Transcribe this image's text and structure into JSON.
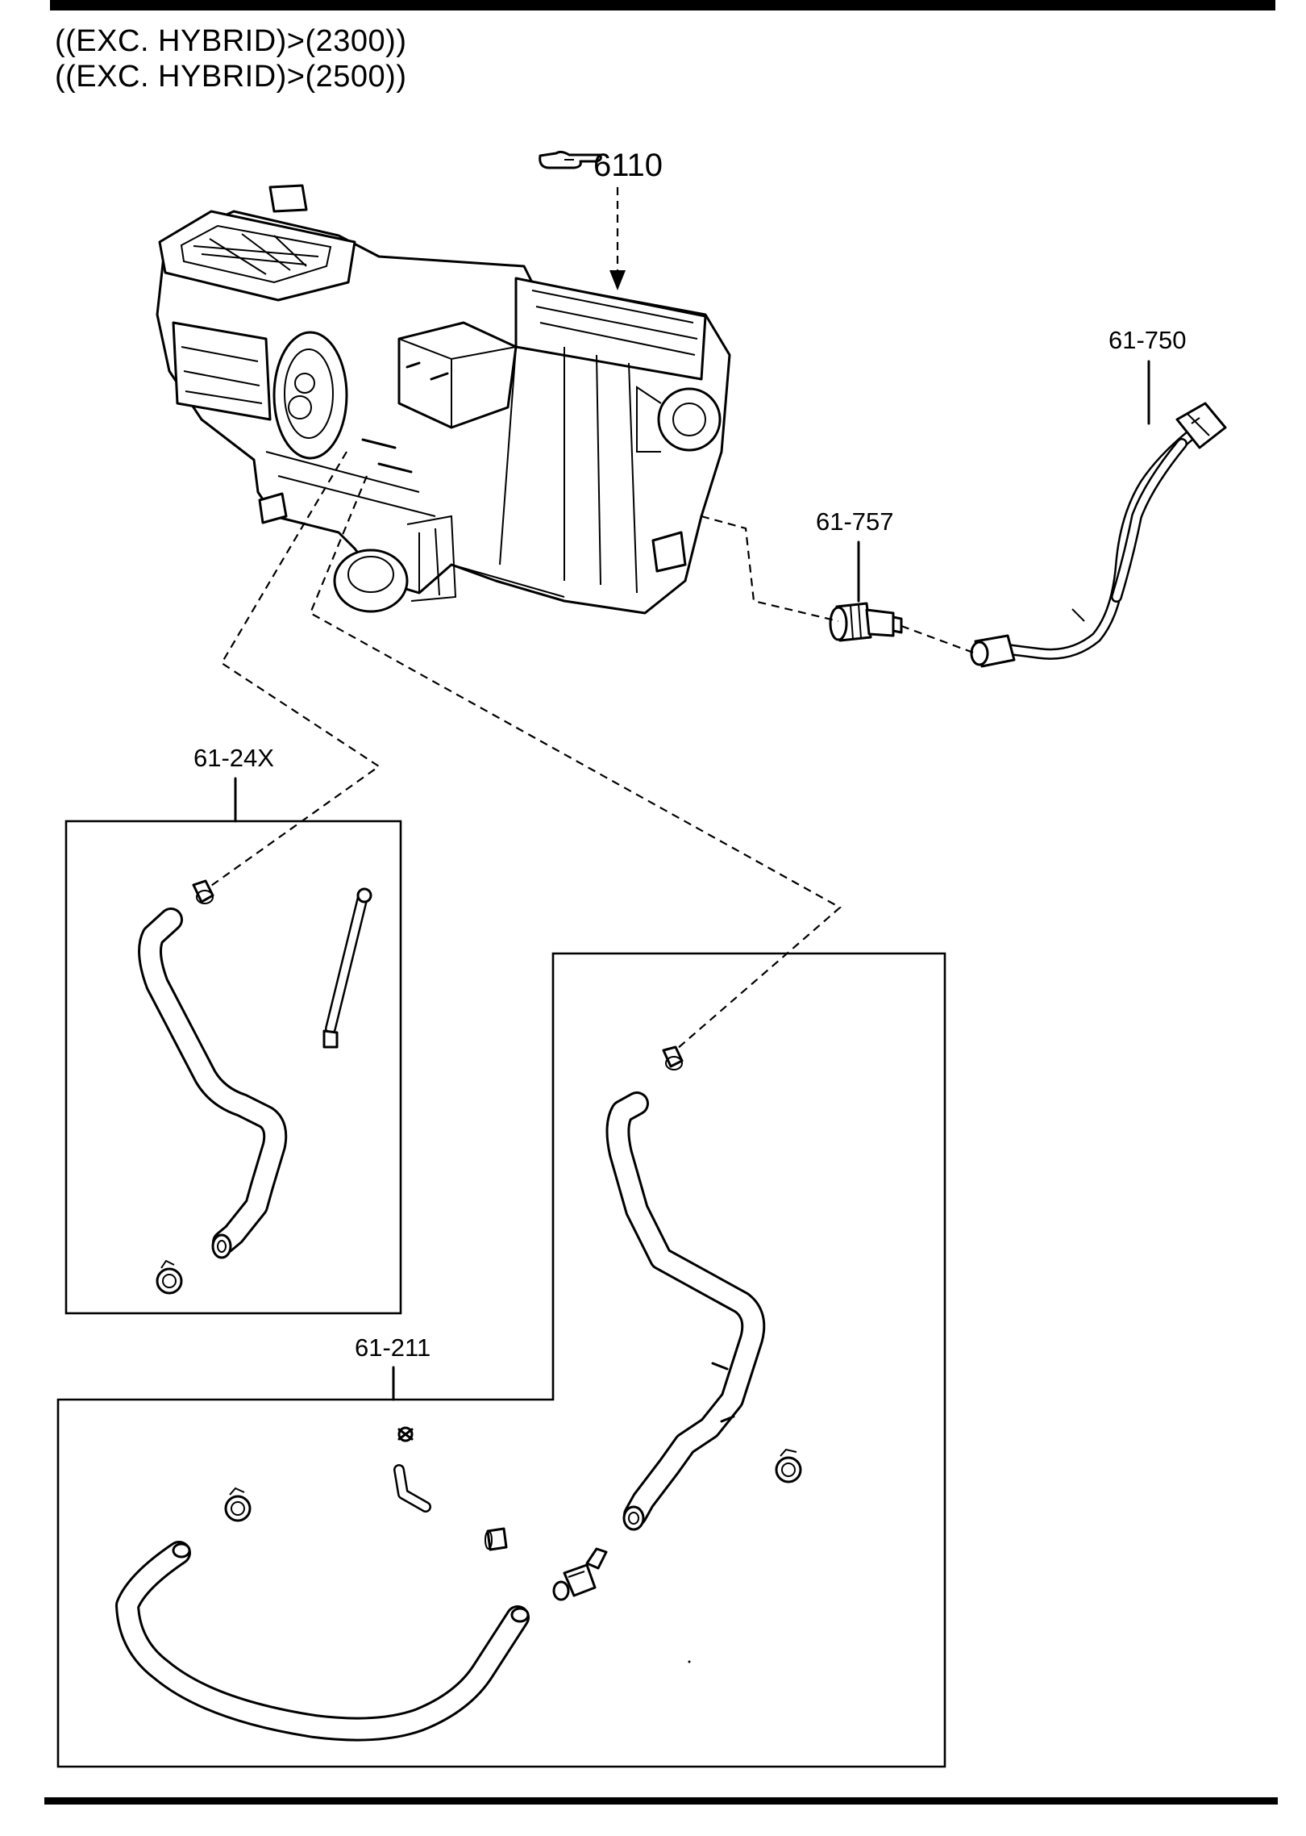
{
  "header": {
    "line1": "((EXC. HYBRID)>(2300))",
    "line2": "((EXC. HYBRID)>(2500))"
  },
  "parts": {
    "heater_unit": "6110",
    "harness": "61-750",
    "sensor": "61-757",
    "hose_upper": "61-24X",
    "hose_lower": "61-211"
  },
  "icons": {
    "reference": "pointing-hand-icon"
  }
}
